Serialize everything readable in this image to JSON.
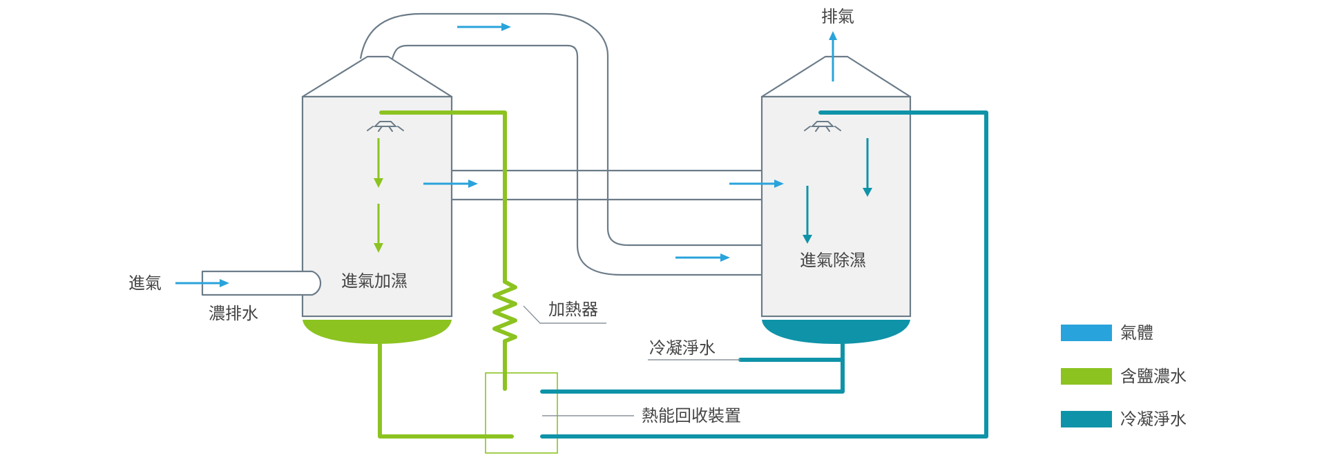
{
  "labels": {
    "intake_air": "進氣",
    "exhaust": "排氣",
    "brine_drain": "濃排水",
    "humidifier": "進氣加濕",
    "dehumidifier": "進氣除濕",
    "heater": "加熱器",
    "condensate_outlet": "冷凝淨水",
    "heat_recovery": "熱能回收裝置"
  },
  "legend": [
    {
      "label": "氣體",
      "color": "#29a3db"
    },
    {
      "label": "含鹽濃水",
      "color": "#8cc320"
    },
    {
      "label": "冷凝淨水",
      "color": "#0f93a8"
    }
  ],
  "colors": {
    "gas": "#29a3db",
    "brine": "#8cc320",
    "condensate": "#0f93a8",
    "outline": "#6b7b88",
    "tank_fill": "#f1f1f1"
  }
}
